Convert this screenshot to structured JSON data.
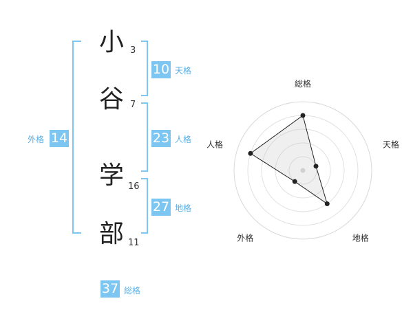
{
  "name": {
    "chars": [
      {
        "char": "小",
        "strokes": "3"
      },
      {
        "char": "谷",
        "strokes": "7"
      },
      {
        "char": "学",
        "strokes": "16"
      },
      {
        "char": "部",
        "strokes": "11"
      }
    ]
  },
  "kaku": {
    "tenkaku": {
      "value": "10",
      "label": "天格"
    },
    "jinkaku": {
      "value": "23",
      "label": "人格"
    },
    "chikaku": {
      "value": "27",
      "label": "地格"
    },
    "gaikaku": {
      "value": "14",
      "label": "外格"
    },
    "soukaku": {
      "value": "37",
      "label": "総格"
    }
  },
  "chart_data": {
    "type": "radar",
    "axes": [
      "総格",
      "天格",
      "地格",
      "外格",
      "人格"
    ],
    "series": [
      {
        "values": [
          0.8,
          0.2,
          0.6,
          0.2,
          0.8
        ]
      }
    ],
    "range": [
      0,
      1
    ],
    "rings": 5
  },
  "colors": {
    "accent": "#7ec6f2",
    "bracket": "#7ec6f2",
    "label": "#5ab0e6"
  }
}
